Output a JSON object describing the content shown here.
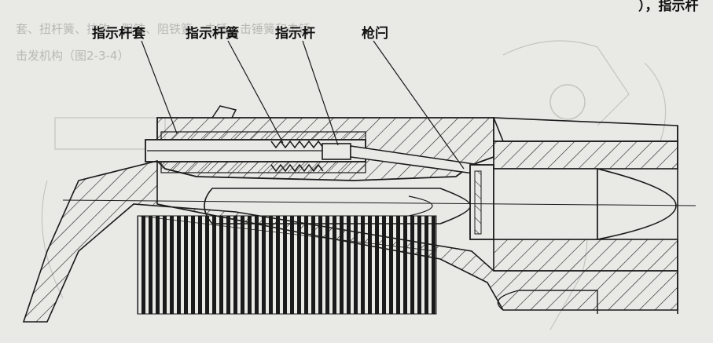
{
  "labels": {
    "indicator_sleeve": "指示杆套",
    "indicator_spring": "指示杆簧",
    "indicator_rod": "指示杆",
    "bolt": "枪闩"
  },
  "bleed_text": {
    "top_right": "），指示杆",
    "line1": "套、扭杆簧、拉钩、阻铁、阻铁簧、击锤、击锤簧和击锤",
    "line2": "击发机构（图2-3-4）"
  },
  "colors": {
    "paper": "#e9e9e6",
    "ink": "#1a1a1a",
    "bleed": "#b8b8b4"
  }
}
